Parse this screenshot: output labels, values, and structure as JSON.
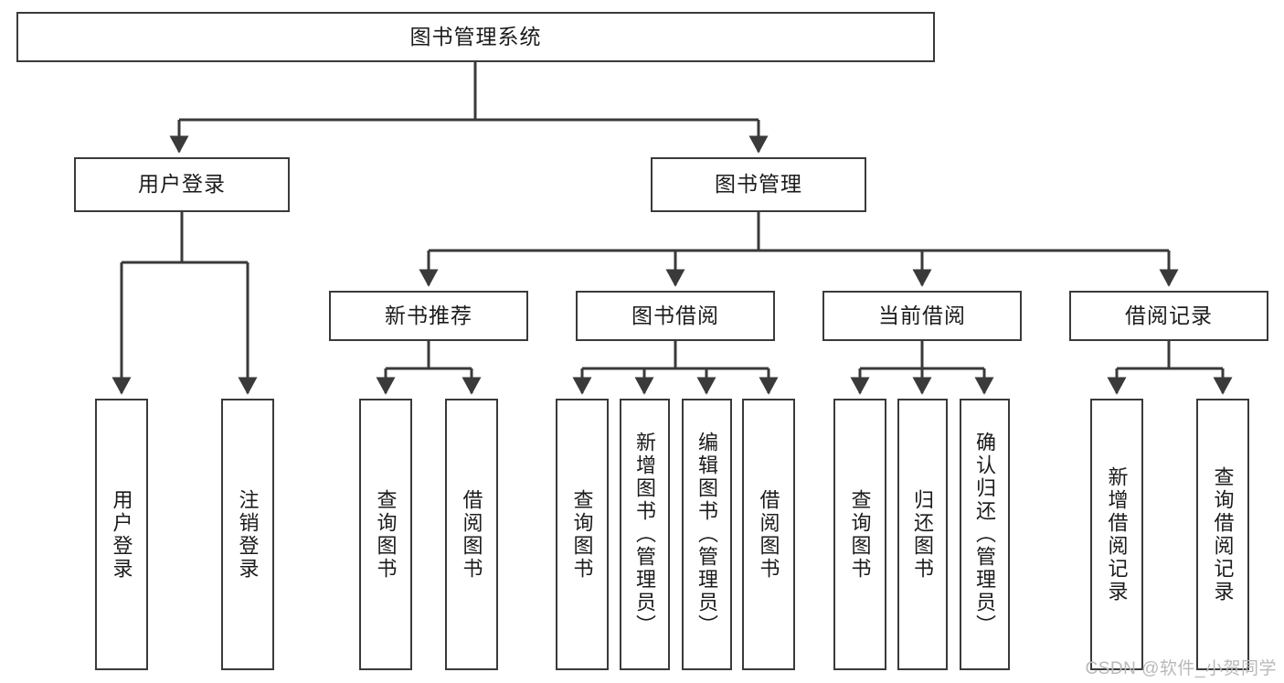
{
  "diagram": {
    "type": "tree",
    "title": "图书管理系统",
    "orientation": "top-down",
    "levels": 4,
    "style": {
      "box_border_color": "#3a3a3a",
      "box_fill_color": "#ffffff",
      "connector_color": "#3a3a3a",
      "background_color": "#ffffff",
      "text_color": "#1b1b1b"
    }
  },
  "nodes": {
    "root": {
      "id": "root",
      "label": "图书管理系统"
    },
    "level2": [
      {
        "id": "user-login",
        "label": "用户登录"
      },
      {
        "id": "book-manage",
        "label": "图书管理"
      }
    ],
    "level3": [
      {
        "id": "new-book-recommend",
        "label": "新书推荐",
        "parent": "book-manage"
      },
      {
        "id": "book-borrow",
        "label": "图书借阅",
        "parent": "book-manage"
      },
      {
        "id": "current-borrow",
        "label": "当前借阅",
        "parent": "book-manage"
      },
      {
        "id": "borrow-record",
        "label": "借阅记录",
        "parent": "book-manage"
      }
    ],
    "leaves": [
      {
        "id": "leaf-user-login",
        "label": "用户登录",
        "parent": "user-login"
      },
      {
        "id": "leaf-user-logout",
        "label": "注销登录",
        "parent": "user-login"
      },
      {
        "id": "leaf-query-book-1",
        "label": "查询图书",
        "parent": "new-book-recommend"
      },
      {
        "id": "leaf-borrow-book-1",
        "label": "借阅图书",
        "parent": "new-book-recommend"
      },
      {
        "id": "leaf-query-book-2",
        "label": "查询图书",
        "parent": "book-borrow"
      },
      {
        "id": "leaf-add-book",
        "label": "新增图书（管理员）",
        "parent": "book-borrow"
      },
      {
        "id": "leaf-edit-book",
        "label": "编辑图书（管理员）",
        "parent": "book-borrow"
      },
      {
        "id": "leaf-borrow-book-2",
        "label": "借阅图书",
        "parent": "book-borrow"
      },
      {
        "id": "leaf-query-book-3",
        "label": "查询图书",
        "parent": "current-borrow"
      },
      {
        "id": "leaf-return-book",
        "label": "归还图书",
        "parent": "current-borrow"
      },
      {
        "id": "leaf-confirm-return",
        "label": "确认归还（管理员）",
        "parent": "current-borrow"
      },
      {
        "id": "leaf-add-record",
        "label": "新增借阅记录",
        "parent": "borrow-record"
      },
      {
        "id": "leaf-query-record",
        "label": "查询借阅记录",
        "parent": "borrow-record"
      }
    ]
  },
  "watermark": {
    "text": "CSDN @软件_小贺同学"
  }
}
